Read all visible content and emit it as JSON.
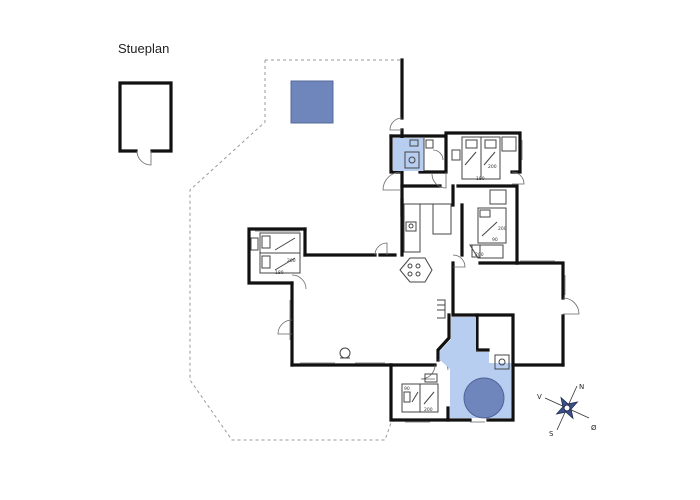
{
  "title": "Stueplan",
  "bed_labels": {
    "top_right_len": "200",
    "top_right_w": "180",
    "right_upper_len": "200",
    "right_upper_w": "90",
    "right_lower_len": "200",
    "left_len": "200",
    "left_w": "180",
    "bottom_len": "200",
    "bottom_w": "90"
  },
  "compass": {
    "n": "N",
    "s": "S",
    "o": "Ø",
    "v": "V"
  },
  "colors": {
    "wall": "#111111",
    "terrace": "#6f86bd",
    "wet_room": "#b7cef0",
    "spa": "#6f86bd"
  }
}
